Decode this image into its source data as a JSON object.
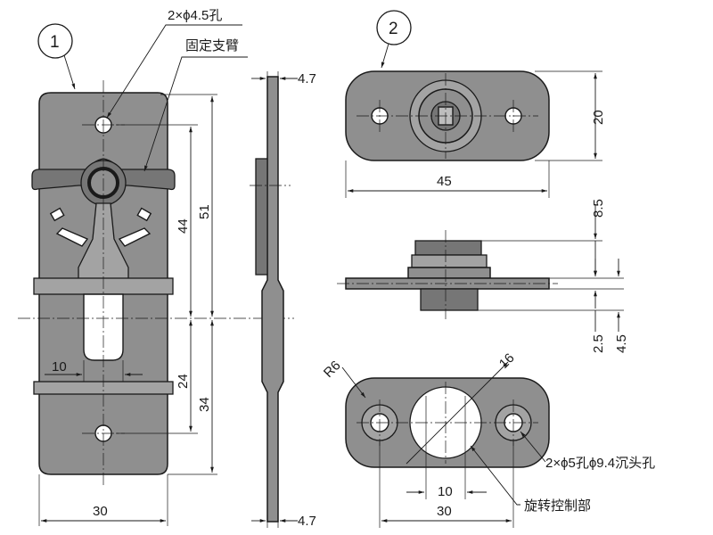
{
  "callouts": {
    "part1": "1",
    "part2": "2"
  },
  "labels": {
    "holes_2x45": "2×ϕ4.5孔",
    "fixed_arm": "固定支臂",
    "holes_countersunk": "2×ϕ5孔ϕ9.4沉头孔",
    "rotation_control": "旋转控制部",
    "radius": "R6"
  },
  "dimensions": {
    "front_width": "30",
    "front_height_upper": "44",
    "front_height_total": "51",
    "front_height_lower": "24",
    "front_height_lower_total": "34",
    "front_slot": "10",
    "side_top": "4.7",
    "side_bottom": "4.7",
    "cam_top_width": "45",
    "cam_top_height": "20",
    "cam_side_top": "8.5",
    "cam_side_bottom_a": "2.5",
    "cam_side_bottom_b": "4.5",
    "cam_bottom_dia": "16",
    "cam_bottom_slot": "10",
    "cam_bottom_width": "30"
  },
  "colors": {
    "metal": "#8f8f8f",
    "line": "#1a1a1a",
    "background": "#ffffff"
  }
}
